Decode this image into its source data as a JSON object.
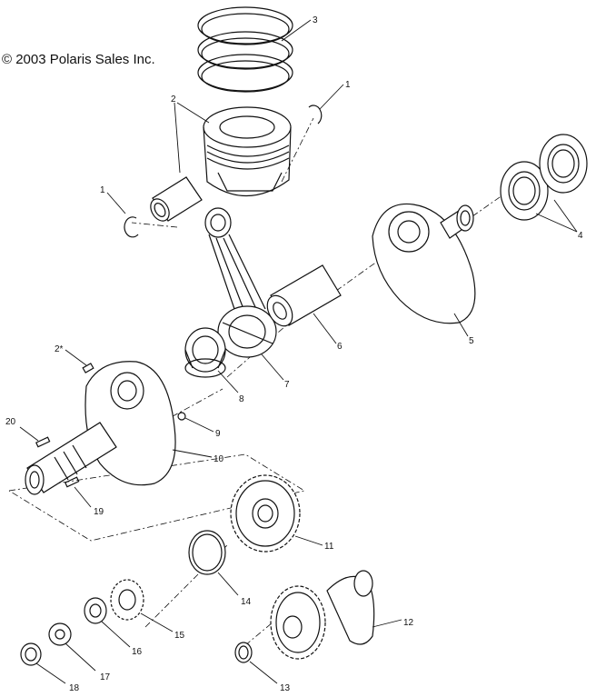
{
  "copyright": "© 2003 Polaris Sales Inc.",
  "callouts": {
    "c1a": "1",
    "c1b": "1",
    "c2": "2",
    "c2s": "2*",
    "c3": "3",
    "c4": "4",
    "c5": "5",
    "c6": "6",
    "c7": "7",
    "c8": "8",
    "c9": "9",
    "c10": "10",
    "c11": "11",
    "c12": "12",
    "c13": "13",
    "c14": "14",
    "c15": "15",
    "c16": "16",
    "c17": "17",
    "c18": "18",
    "c19": "19",
    "c20": "20"
  }
}
